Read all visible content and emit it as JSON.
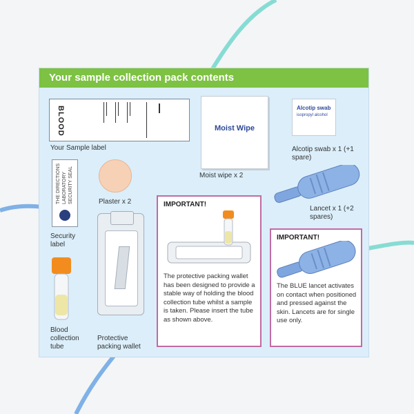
{
  "header": {
    "title": "Your sample collection pack contents"
  },
  "items": {
    "sample_label": {
      "card_text": "BLOOD",
      "caption": "Your Sample label"
    },
    "security_seal": {
      "seal_text": "THE DIRECTIONS LABORATORY SECURITY SEAL",
      "caption": "Security label"
    },
    "plaster": {
      "caption": "Plaster x 2"
    },
    "moist_wipe": {
      "pack_text": "Moist Wipe",
      "caption": "Moist wipe x 2"
    },
    "alcotip": {
      "pack_text": "Alcotip swab",
      "pack_sub": "isopropyl alcohol",
      "caption": "Alcotip swab x 1 (+1 spare)"
    },
    "lancet": {
      "caption": "Lancet x 1 (+2 spares)"
    },
    "blood_tube": {
      "caption": "Blood collection tube"
    },
    "wallet": {
      "caption": "Protective packing wallet"
    }
  },
  "important_1": {
    "title": "IMPORTANT!",
    "body": "The protective packing wallet has been designed to provide a stable way of holding the blood collection tube whilst a sample is taken. Please insert the tube as shown above."
  },
  "important_2": {
    "title": "IMPORTANT!",
    "body": "The BLUE lancet activates on contact when positioned and pressed against the skin. Lancets are for single use only."
  },
  "colors": {
    "header_green": "#7dc242",
    "card_blue": "#dbeefa",
    "important_border": "#c26aa1",
    "tube_cap": "#f28c1e",
    "lancet_blue": "#7fa6de"
  }
}
